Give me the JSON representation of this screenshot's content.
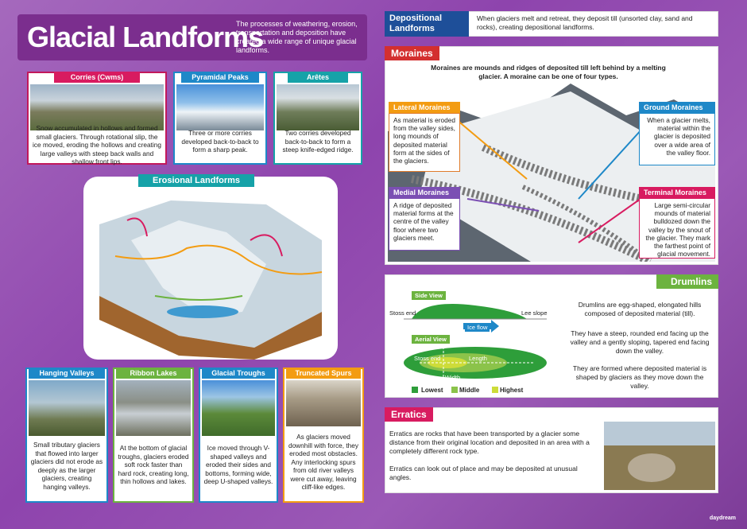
{
  "title": "Glacial Landforms",
  "intro": "The processes of weathering, erosion, transportation and deposition have created a wide range of unique glacial landforms.",
  "erosional": {
    "heading": "Erosional Landforms",
    "top": [
      {
        "label": "Corries (Cwms)",
        "text": "Snow accumulated in hollows and formed small glaciers. Through rotational slip, the ice moved, eroding the hollows and creating large valleys with steep back walls and shallow front lips."
      },
      {
        "label": "Pyramidal Peaks",
        "text": "Three or more corries developed back-to-back to form a sharp peak."
      },
      {
        "label": "Arêtes",
        "text": "Two corries developed back-to-back to form a steep knife-edged ridge."
      }
    ],
    "bottom": [
      {
        "label": "Hanging Valleys",
        "text": "Small tributary glaciers that flowed into larger glaciers did not erode as deeply as the larger glaciers, creating hanging valleys."
      },
      {
        "label": "Ribbon Lakes",
        "text": "At the bottom of glacial troughs, glaciers eroded soft rock faster than hard rock, creating long, thin hollows and lakes."
      },
      {
        "label": "Glacial Troughs",
        "text": "Ice moved through V-shaped valleys and eroded their sides and bottoms, forming wide, deep U-shaped valleys."
      },
      {
        "label": "Truncated Spurs",
        "text": "As glaciers moved downhill with force, they eroded most obstacles. Any interlocking spurs from old river valleys were cut away, leaving cliff-like edges."
      }
    ]
  },
  "depositional": {
    "heading": "Depositional Landforms",
    "text": "When glaciers melt and retreat, they deposit till (unsorted clay, sand and rocks), creating depositional landforms."
  },
  "moraines": {
    "heading": "Moraines",
    "intro": "Moraines are mounds and ridges of deposited till left behind by a melting glacier. A moraine can be one of four types.",
    "lateral": {
      "label": "Lateral Moraines",
      "text": "As material is eroded from the valley sides, long mounds of deposited material form at the sides of the glaciers."
    },
    "medial": {
      "label": "Medial Moraines",
      "text": "A ridge of deposited material forms at the centre of the valley floor where two glaciers meet."
    },
    "ground": {
      "label": "Ground Moraines",
      "text": "When a glacier melts, material within the glacier is deposited over a wide area of the valley floor."
    },
    "terminal": {
      "label": "Terminal Moraines",
      "text": "Large semi-circular mounds of material bulldozed down the valley by the snout of the glacier. They mark the farthest point of glacial movement."
    }
  },
  "drumlins": {
    "heading": "Drumlins",
    "side_view": "Side View",
    "aerial_view": "Aerial View",
    "stoss": "Stoss end",
    "lee": "Lee slope",
    "ice_flow": "Ice flow",
    "stoss2": "Stoss end",
    "length": "Length",
    "width": "Width",
    "lowest": "Lowest",
    "middle": "Middle",
    "highest": "Highest",
    "p1": "Drumlins are egg-shaped, elongated hills composed of deposited material (till).",
    "p2": "They have a steep, rounded end facing up the valley and a gently sloping, tapered end facing down the valley.",
    "p3": "They are formed where deposited material is shaped by glaciers as they move down the valley."
  },
  "erratics": {
    "heading": "Erratics",
    "p1": "Erratics are rocks that have been transported by a glacier some distance from their original location and deposited in an area with a completely different rock type.",
    "p2": "Erratics can look out of place and may be deposited at unusual angles."
  },
  "logo": "daydream"
}
